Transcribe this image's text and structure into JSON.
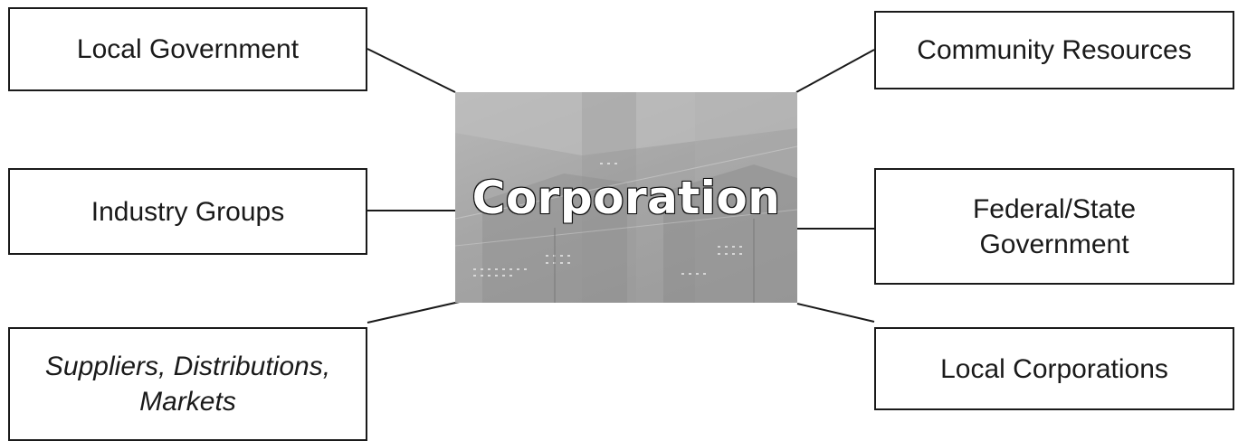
{
  "diagram": {
    "center": {
      "label": "Corporation"
    },
    "nodes": {
      "local_government": "Local Government",
      "industry_groups": "Industry Groups",
      "suppliers": "Suppliers, Distributions,\nMarkets",
      "community_resources": "Community Resources",
      "federal_state_government": "Federal/State\nGovernment",
      "local_corporations": "Local Corporations"
    }
  },
  "colors": {
    "border": "#1a1a1a",
    "center_fill": "#a6a6a6",
    "title_fill": "#ffffff",
    "title_outline": "#111111"
  }
}
